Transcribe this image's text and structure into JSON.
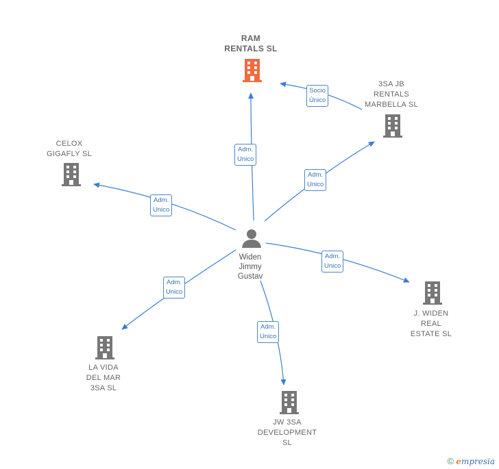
{
  "nodes": {
    "ram_rentals": {
      "lines": [
        "RAM",
        "RENTALS  SL"
      ],
      "color": "#f26a3d"
    },
    "3sa_jb": {
      "lines": [
        "3SA JB",
        "RENTALS",
        "MARBELLA  SL"
      ],
      "color": "#777777"
    },
    "celox": {
      "lines": [
        "CELOX",
        "GIGAFLY  SL"
      ],
      "color": "#777777"
    },
    "j_widen": {
      "lines": [
        "J. WIDEN",
        "REAL",
        "ESTATE  SL"
      ],
      "color": "#777777"
    },
    "la_vida": {
      "lines": [
        "LA VIDA",
        "DEL MAR",
        "3SA  SL"
      ],
      "color": "#777777"
    },
    "jw_3sa": {
      "lines": [
        "JW 3SA",
        "DEVELOPMENT",
        "SL"
      ],
      "color": "#777777"
    }
  },
  "person": {
    "lines": [
      "Widen",
      "Jimmy",
      "Gustav"
    ],
    "color": "#777777"
  },
  "edges": {
    "to_ram": [
      "Adm.",
      "Unico"
    ],
    "to_3sa_jb": [
      "Adm.",
      "Unico"
    ],
    "socio": [
      "Socio",
      "Único"
    ],
    "to_celox": [
      "Adm.",
      "Unico"
    ],
    "to_j_widen": [
      "Adm.",
      "Unico"
    ],
    "to_la_vida": [
      "Adm.",
      "Unico"
    ],
    "to_jw_3sa": [
      "Adm.",
      "Unico"
    ]
  },
  "edge_color": "#3b7fd0",
  "footer": {
    "copyright": "©",
    "brand_initial": "e",
    "brand_rest": "mpresia"
  }
}
